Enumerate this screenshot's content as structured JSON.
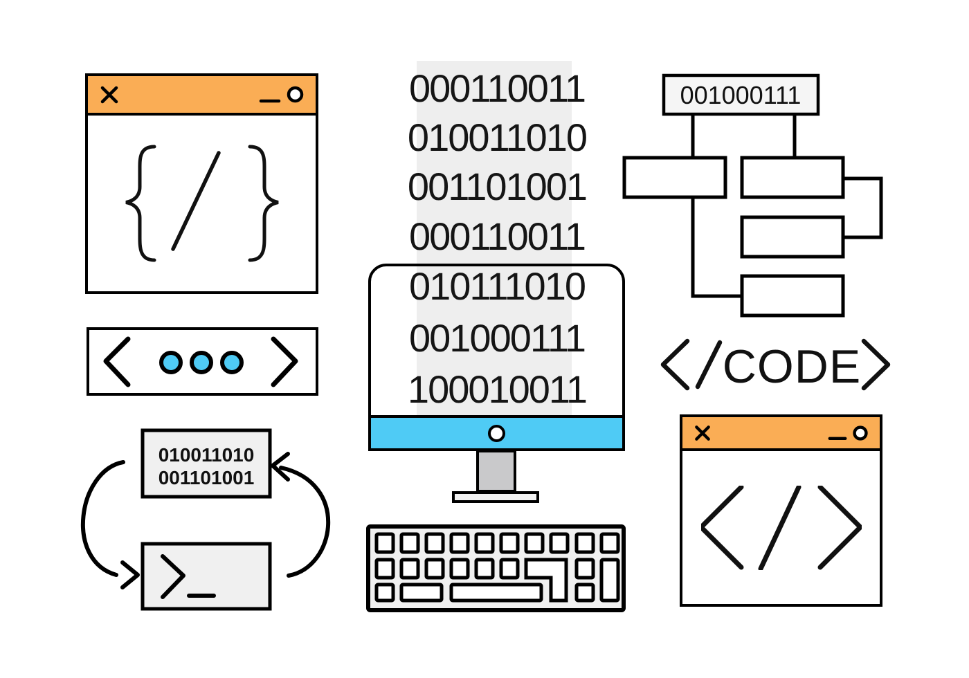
{
  "colors": {
    "accent_orange": "#FAAD55",
    "accent_blue": "#4FCBF5",
    "panel_gray": "#F0F0F0",
    "strip_gray": "#EEEEEE",
    "stand_gray": "#C9C9CB",
    "line_black": "#000000"
  },
  "window_code_braces": {
    "icons": [
      "close-icon",
      "minimize-icon",
      "maximize-circle-icon"
    ],
    "content_symbol": "{ / }"
  },
  "pagination_bar": {
    "icons": [
      "chevron-left-icon",
      "chevron-right-icon"
    ],
    "dot_count": 3
  },
  "binary_column": {
    "lines": [
      "000110011",
      "010011010",
      "001101001",
      "000110011",
      "010111010",
      "001000111",
      "100010011"
    ]
  },
  "binary_tree": {
    "root_label": "001000111",
    "child_boxes": 4
  },
  "binary_loop": {
    "box_lines": [
      "010011010",
      "001101001"
    ],
    "terminal_symbol": ">_"
  },
  "code_tag": {
    "label": "CODE",
    "full_text": "</CODE>"
  },
  "window_code_slash": {
    "icons": [
      "close-icon",
      "minimize-icon",
      "maximize-circle-icon"
    ],
    "content_symbol": "</>"
  },
  "monitor": {
    "screen_symbol": "binary stream"
  },
  "keyboard": {
    "rows": 3
  }
}
